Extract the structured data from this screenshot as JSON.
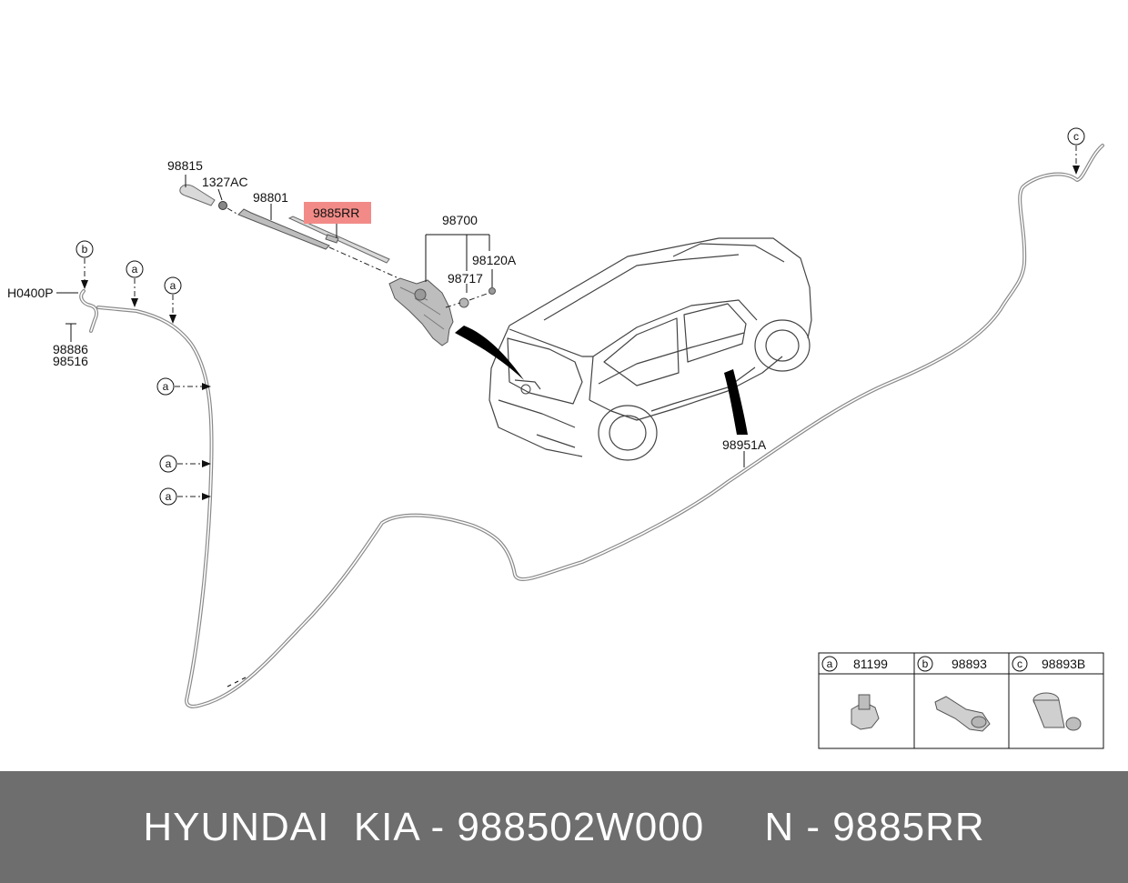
{
  "labels": {
    "p98815": "98815",
    "p1327AC": "1327AC",
    "p98801": "98801",
    "p9885RR": "9885RR",
    "p98700": "98700",
    "p98120A": "98120A",
    "p98717": "98717",
    "pH0400P": "H0400P",
    "p98886": "98886",
    "p98516": "98516",
    "p98951A": "98951A"
  },
  "callouts": {
    "a": "a",
    "b": "b",
    "c": "c"
  },
  "legend": [
    {
      "letter": "a",
      "part": "81199"
    },
    {
      "letter": "b",
      "part": "98893"
    },
    {
      "letter": "c",
      "part": "98893B"
    }
  ],
  "footer": {
    "text": "HYUNDAI  KIA - 988502W000     N - 9885RR"
  },
  "colors": {
    "highlight": "#f28b87",
    "footer_bg": "#6e6e6e",
    "footer_text": "#ffffff",
    "hose": "#8a8a8a"
  }
}
